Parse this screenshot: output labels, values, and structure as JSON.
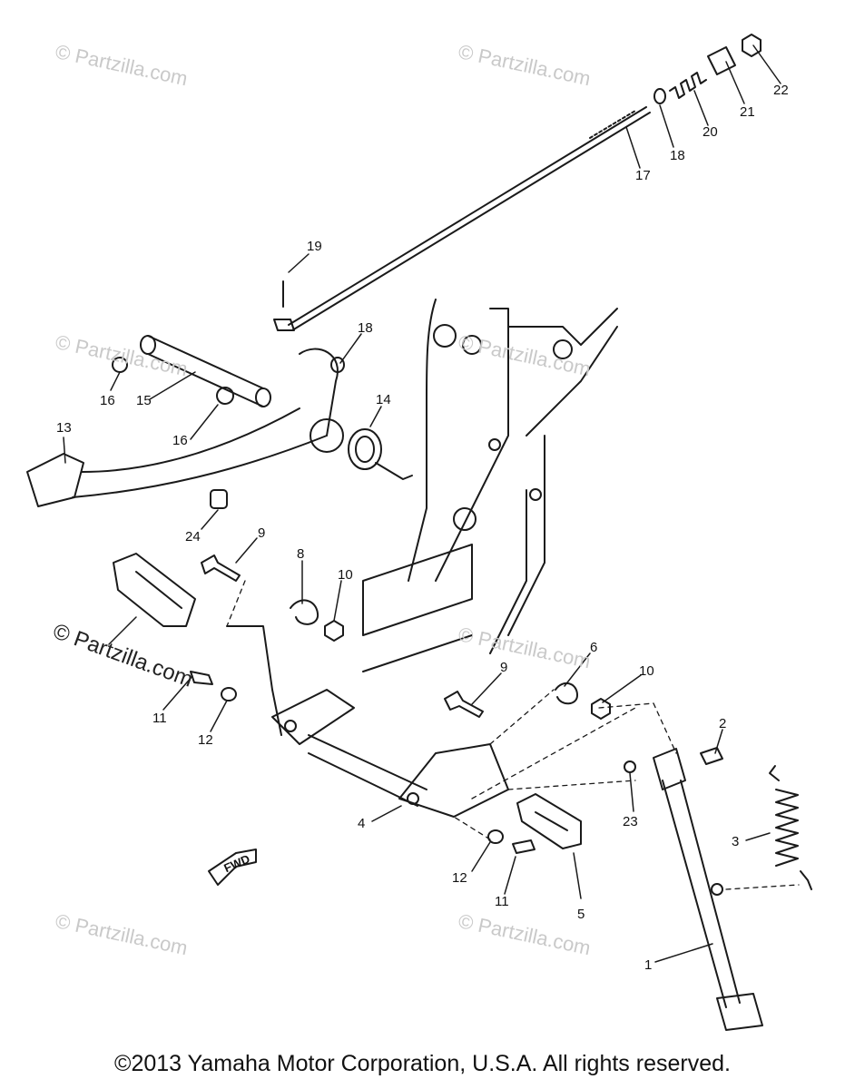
{
  "watermarks": [
    "© Partzilla.com",
    "© Partzilla.com",
    "© Partzilla.com",
    "© Partzilla.com",
    "© Partzilla.com",
    "© Partzilla.com",
    "© Partzilla.com"
  ],
  "watermark_strong": "© Partzilla.com",
  "fwd_label": "FWD",
  "callouts": [
    "22",
    "21",
    "20",
    "18",
    "17",
    "19",
    "18",
    "16",
    "15",
    "16",
    "13",
    "14",
    "24",
    "9",
    "8",
    "10",
    "11",
    "12",
    "6",
    "10",
    "9",
    "2",
    "23",
    "3",
    "4",
    "12",
    "11",
    "5",
    "1"
  ],
  "copyright": "©2013 Yamaha Motor Corporation, U.S.A. All rights reserved."
}
